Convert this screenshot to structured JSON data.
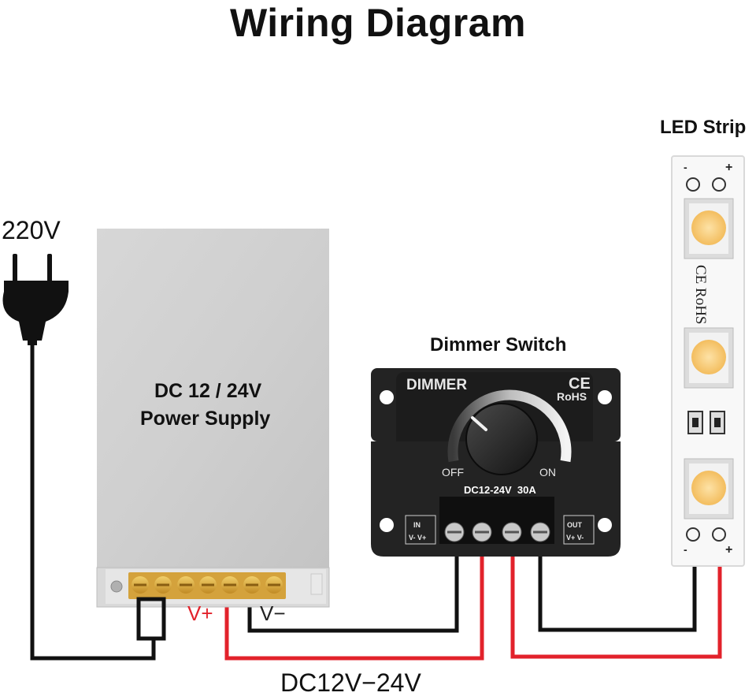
{
  "title": "Wiring Diagram",
  "mains": {
    "label": "220V"
  },
  "power_supply": {
    "line1": "DC 12 / 24V",
    "line2": "Power Supply",
    "pos_terminal": "V+",
    "neg_terminal": "V−"
  },
  "dimmer": {
    "heading": "Dimmer Switch",
    "brand": "DIMMER",
    "ce_mark": "CE",
    "rohs_mark": "RoHS",
    "off_label": "OFF",
    "on_label": "ON",
    "spec": "DC12-24V  30A",
    "in_label": "IN",
    "in_polarity": "V- V+",
    "out_label": "OUT",
    "out_polarity": "V+ V-"
  },
  "led_strip": {
    "heading": "LED Strip",
    "marking": "CE RoHS",
    "minus": "-",
    "plus": "+"
  },
  "output_label": "DC12V−24V",
  "wire_colors": {
    "positive": "#e2222b",
    "negative": "#111111"
  }
}
